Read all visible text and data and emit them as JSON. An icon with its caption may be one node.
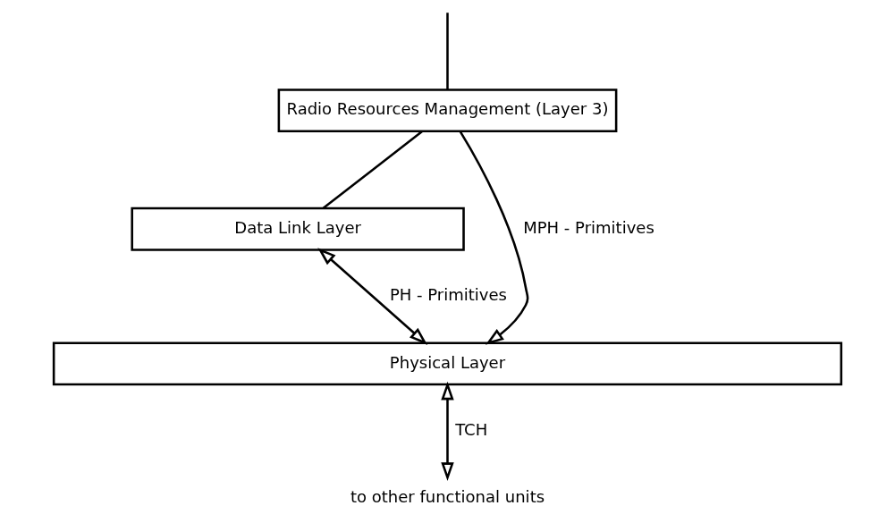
{
  "diagram": {
    "nodes": [
      {
        "text": [
          "Radio Resources Management (Layer 3)"
        ]
      },
      {
        "text": [
          "Data Link Layer"
        ]
      },
      {
        "text": [
          "Physical Layer"
        ]
      },
      {
        "text": [
          "to other functional units"
        ]
      }
    ],
    "edges": [
      {
        "from": null,
        "to": 0,
        "arrow": "none"
      },
      {
        "from": 0,
        "to": 1,
        "arrow": "none"
      },
      {
        "from": 0,
        "to": 2,
        "arrow": "to",
        "label": "MPH - Primitives"
      },
      {
        "from": 1,
        "to": 2,
        "arrow": "both",
        "label": "PH - Primitives"
      },
      {
        "from": 2,
        "to": 3,
        "arrow": "both",
        "label": "TCH"
      }
    ]
  }
}
